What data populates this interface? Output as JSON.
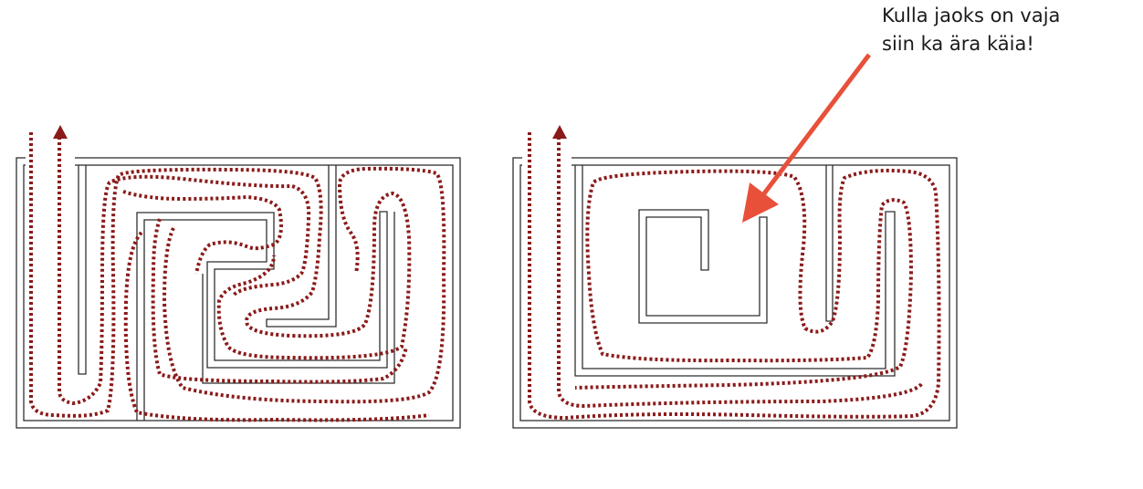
{
  "annotation": {
    "line1": "Kulla jaoks on vaja",
    "line2": "siin ka ära käia!"
  },
  "colors": {
    "wall": "#2f2f2f",
    "path": "#8b1a1a",
    "arrow": "#e8503a",
    "text": "#1a1a1a"
  },
  "diagrams": [
    {
      "name": "left-maze",
      "shows": "winding dotted path through the maze"
    },
    {
      "name": "right-maze",
      "shows": "dotted path around maze with central room, arrow pointing into room"
    }
  ]
}
